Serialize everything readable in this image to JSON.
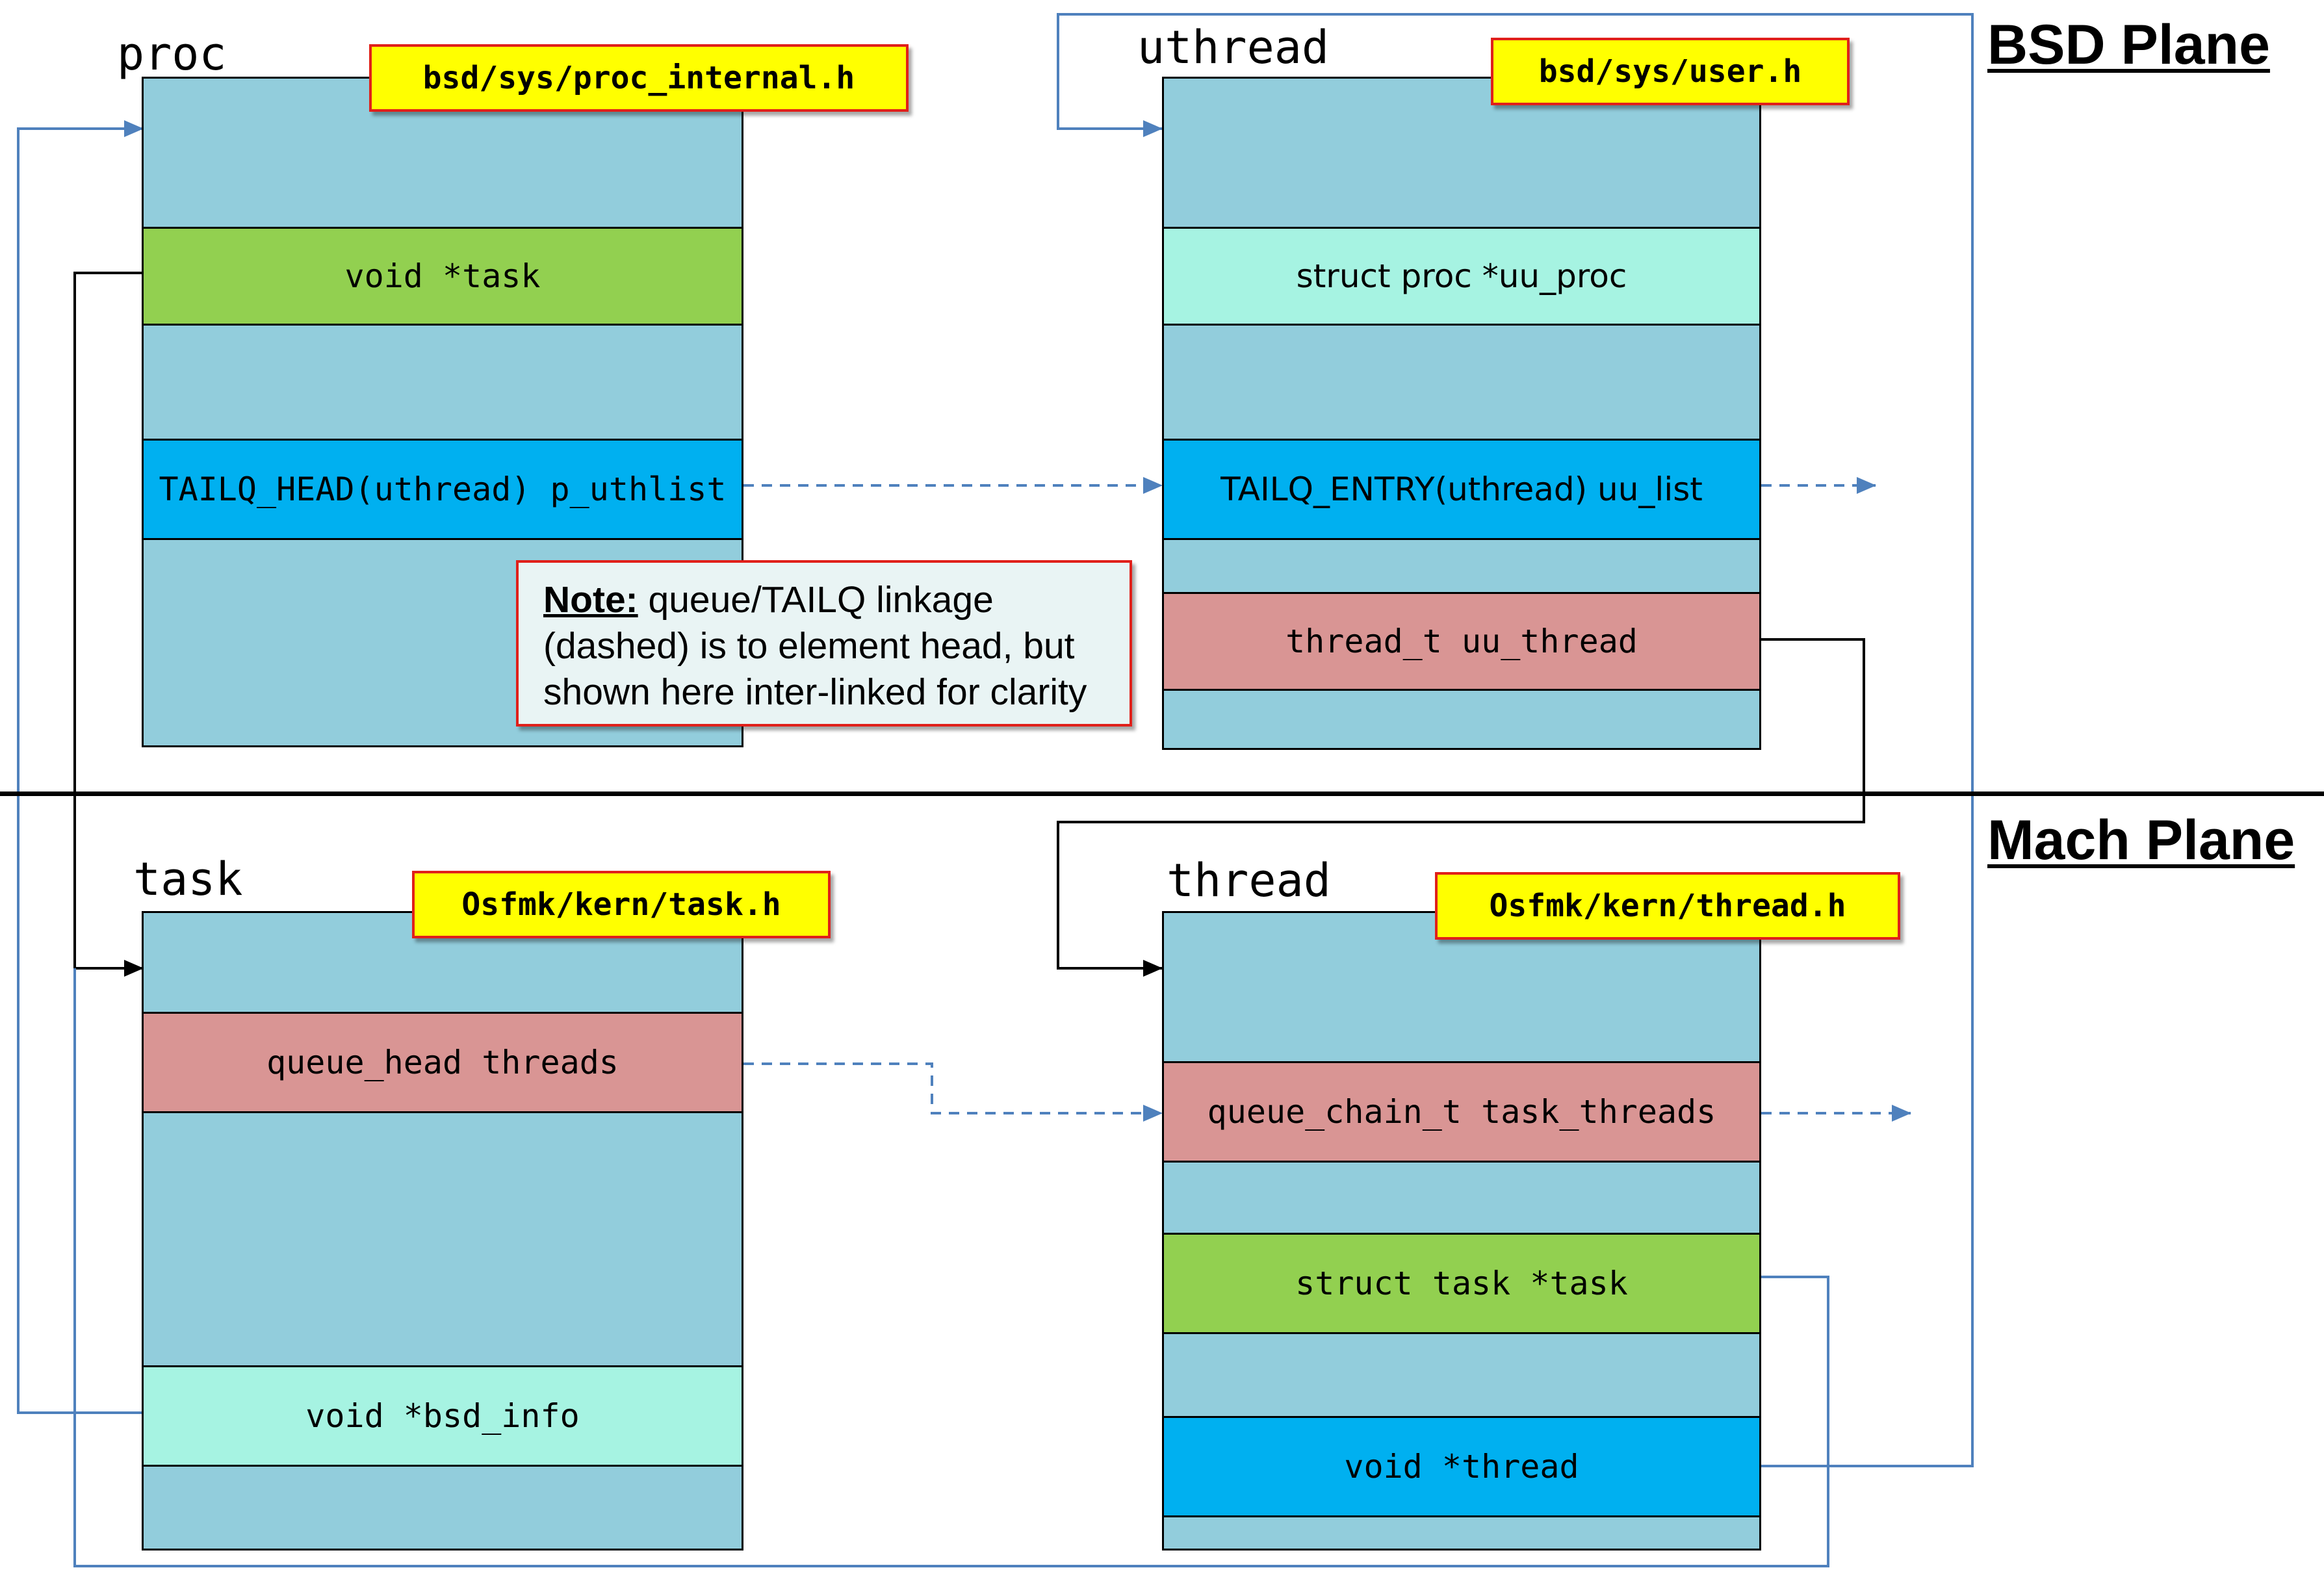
{
  "planes": {
    "bsd": "BSD Plane",
    "mach": "Mach Plane"
  },
  "structs": {
    "proc": {
      "title": "proc",
      "header": "bsd/sys/proc_internal.h",
      "fields": {
        "task": "void *task",
        "uthlist": "TAILQ_HEAD(uthread) p_uthlist"
      }
    },
    "uthread": {
      "title": "uthread",
      "header": "bsd/sys/user.h",
      "fields": {
        "uu_proc": "struct proc *uu_proc",
        "uu_list": "TAILQ_ENTRY(uthread) uu_list",
        "uu_thread": "thread_t uu_thread"
      }
    },
    "task": {
      "title": "task",
      "header": "Osfmk/kern/task.h",
      "fields": {
        "threads": "queue_head threads",
        "bsd_info": "void *bsd_info"
      }
    },
    "thread": {
      "title": "thread",
      "header": "Osfmk/kern/thread.h",
      "fields": {
        "task_threads": "queue_chain_t task_threads",
        "task": "struct task *task",
        "thread": "void *thread"
      }
    }
  },
  "note": {
    "label": "Note:",
    "text": "queue/TAILQ linkage (dashed) is to element head, but shown here inter-linked for clarity"
  },
  "colors": {
    "box": "#92cddc",
    "green": "#92d050",
    "aqua": "#a6f3e2",
    "blue": "#00b0f0",
    "salmon": "#d99594",
    "tag_fill": "#ffff00",
    "tag_border": "#e0201a",
    "link_line": "#4f81bd",
    "black_line": "#000000"
  }
}
